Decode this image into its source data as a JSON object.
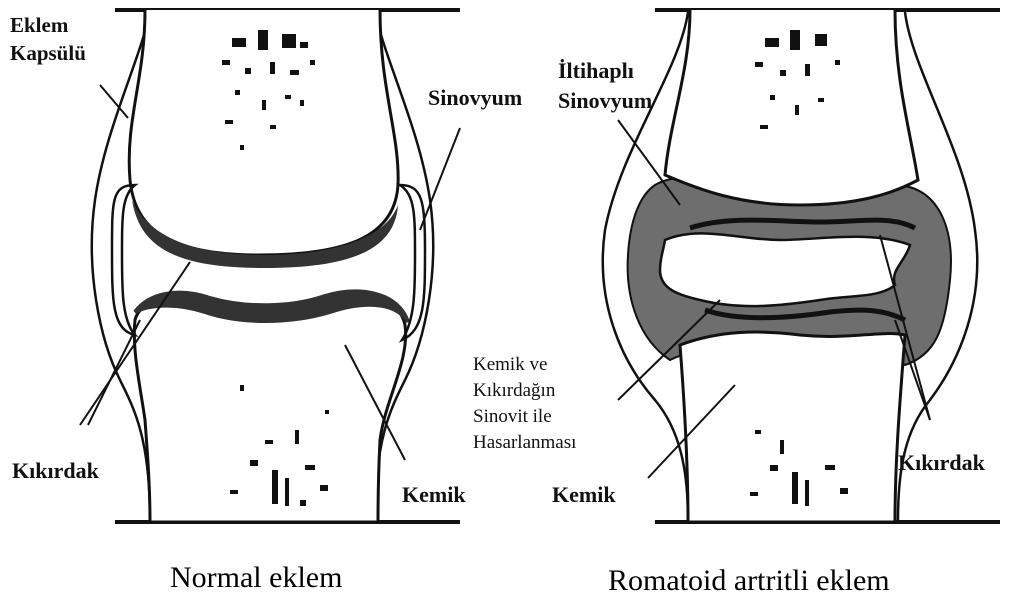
{
  "normal": {
    "title": "Normal eklem",
    "labels": {
      "capsule_line1": "Eklem",
      "capsule_line2": "Kapsülü",
      "synovium": "Sinovyum",
      "cartilage": "Kıkırdak",
      "bone": "Kemik"
    }
  },
  "rheumatoid": {
    "title": "Romatoid artritli eklem",
    "labels": {
      "inflamed_line1": "İltihaplı",
      "inflamed_line2": "Sinovyum",
      "damage_line1": "Kemik ve",
      "damage_line2": "Kıkırdağın",
      "damage_line3": "Sinovit ile",
      "damage_line4": "Hasarlanması",
      "bone": "Kemik",
      "cartilage": "Kıkırdak"
    }
  },
  "colors": {
    "line": "#111111",
    "cartilage": "#333333",
    "inflamed_synovium": "#6e6e6e",
    "background": "#ffffff"
  }
}
